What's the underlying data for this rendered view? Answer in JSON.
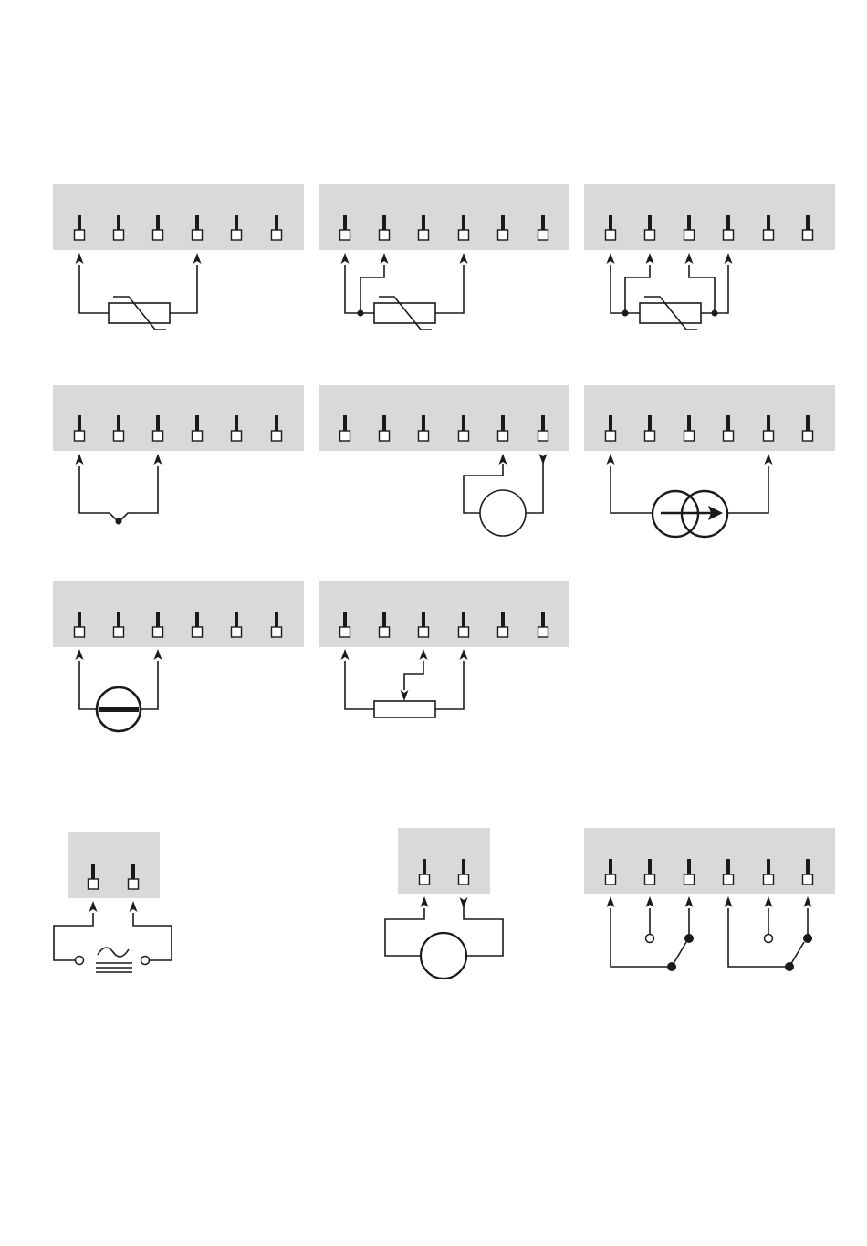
{
  "diagram": {
    "description_visible_text": "",
    "colors": {
      "terminal_strip": "#d9d9d9",
      "line": "#1a1a1a",
      "background": "#ffffff"
    },
    "panels": [
      {
        "id": "rtd-2wire",
        "terminals": 6,
        "icon": "thermistor-resistor-icon"
      },
      {
        "id": "rtd-3wire",
        "terminals": 6,
        "icon": "thermistor-resistor-icon"
      },
      {
        "id": "rtd-4wire",
        "terminals": 6,
        "icon": "thermistor-resistor-icon"
      },
      {
        "id": "thermocouple",
        "terminals": 6,
        "icon": "thermocouple-junction-icon"
      },
      {
        "id": "voltage-source",
        "terminals": 6,
        "icon": "voltage-source-icon"
      },
      {
        "id": "current-source",
        "terminals": 6,
        "icon": "current-source-icon"
      },
      {
        "id": "mv-source",
        "terminals": 6,
        "icon": "millivolt-source-icon"
      },
      {
        "id": "potentiometer",
        "terminals": 6,
        "icon": "potentiometer-icon"
      },
      {
        "id": "ac-power",
        "terminals": 2,
        "icon": "ac-power-supply-icon"
      },
      {
        "id": "dc-output",
        "terminals": 2,
        "icon": "output-load-icon"
      },
      {
        "id": "relays",
        "terminals": 6,
        "icon": "relay-switch-icon"
      }
    ]
  }
}
